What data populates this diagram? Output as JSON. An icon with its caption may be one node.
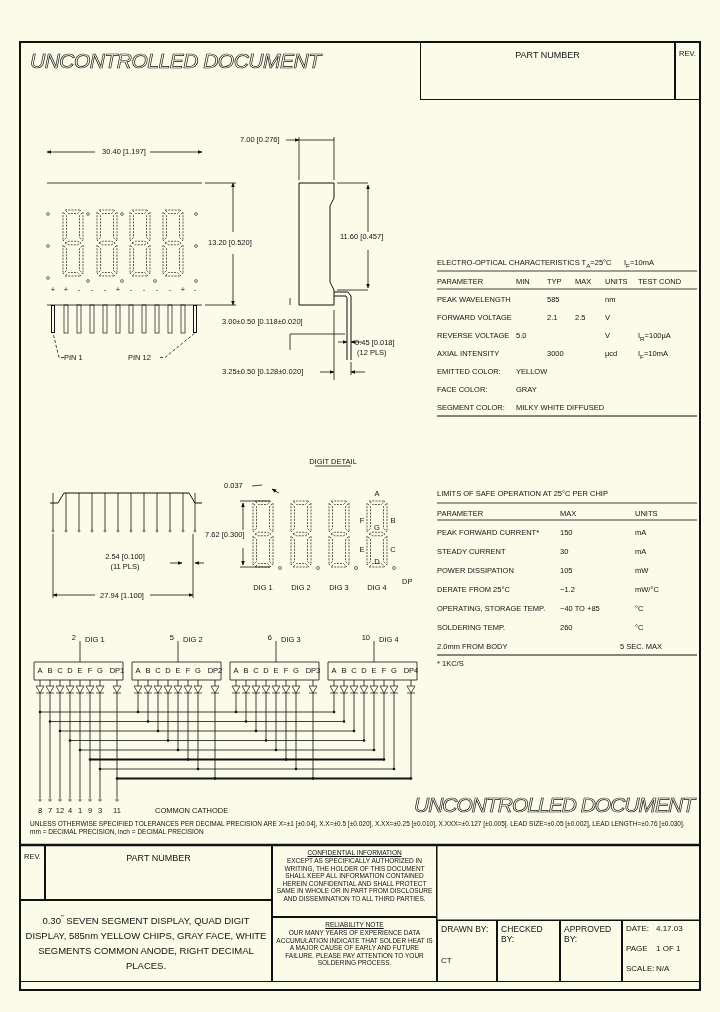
{
  "diagram": {
    "nodes": [
      {
        "text": [
          "PART NUMBER"
        ]
      },
      {
        "text": [
          "REV."
        ]
      },
      {
        "text": [
          "PIN 1"
        ]
      },
      {
        "text": [
          "PIN 12"
        ]
      },
      {
        "text": [],
        "shape": "bar"
      },
      {
        "text": [
          "REV."
        ]
      },
      {
        "text": [
          "PART NUMBER"
        ]
      },
      {
        "text": [
          "0.30$^{\"}$ SEVEN SEGMENT DISPLAY, QUAD DIGIT DISPLAY, 585nm YELLOW CHIPS, GRAY FACE, WHITE SEGMENTS COMMON ANODE, RIGHT DECIMAL PLACES."
        ]
      },
      {
        "text": [
          "CONFIDENTIAL INFORMATION",
          "EXCEPT AS SPECIFICALLY AUTHORIZED IN WRITING, THE HOLDER OF THIS DOCUMENT SHALL KEEP ALL INFORMATION CONTAINED HEREIN CONFIDENTIAL AND SHALL PROTECT SAME IN WHOLE OR IN PART FROM DISCLOSURE AND DISSEMINATION TO ALL THIRD PARTIES."
        ]
      },
      {
        "text": [
          "RELIABILITY NOTE",
          "OUR MANY YEARS OF EXPERIENCE DATA ACCUMULATION INDICATE THAT SOLDER HEAT IS A MAJOR CAUSE OF EARLY AND FUTURE FAILURE. PLEASE PAY ATTENTION TO YOUR SOLDERING PROCESS."
        ]
      },
      {
        "text": [
          "DRAWN BY:",
          "CT"
        ]
      },
      {
        "text": [
          "CHECKED BY:"
        ]
      },
      {
        "text": [
          "APPROVED BY:"
        ]
      },
      {
        "text": [
          "DATE:",
          "4.17.03",
          "PAGE",
          "1 OF 1",
          "SCALE:",
          "N/A"
        ]
      },
      {
        "text": [],
        "shape": "bar"
      }
    ],
    "edges": [
      {
        "from": 2,
        "to": 4,
        "arrow": "none",
        "style": "dashed"
      },
      {
        "from": 3,
        "to": 14,
        "arrow": "none",
        "style": "dashed"
      }
    ],
    "labels": [
      "UNCONTROLLED DOCUMENT",
      "30.40 [1.197]",
      "7.00 [0.276]",
      "13.20 [0.520]",
      "11.60 [0.457]",
      "+",
      "+",
      "-",
      "-",
      "-",
      "+",
      "-",
      "-",
      "-",
      "-",
      "+",
      "-",
      "3.00±0.50 [0.118±0.020]",
      "0.45 [0.018]",
      "(12 PLS)",
      "3.25±0.50 [0.128±0.020]",
      "ELECTRO-OPTICAL CHARACTERISTICS T$_{A}$=25°C",
      "I$_{F}$=10mA",
      "PARAMETER",
      "MIN",
      "TYP",
      "MAX",
      "UNITS",
      "TEST COND",
      "PEAK WAVELENGTH",
      "585",
      "nm",
      "FORWARD VOLTAGE",
      "2.1",
      "2.5",
      "V",
      "REVERSE VOLTAGE",
      "5.0",
      "V",
      "I$_{R}$=100µA",
      "AXIAL INTENSITY",
      "3000",
      "µcd",
      "I$_{F}$=10mA",
      "EMITTED COLOR:",
      "YELLOW",
      "FACE COLOR:",
      "GRAY",
      "SEGMENT COLOR:",
      "MILKY WHITE DIFFUSED",
      "DIGIT DETAIL",
      "7.62 [0.300]",
      "2.54 [0.100]",
      "(11 PLS)",
      "27.94 [1.100]",
      "DIG 1",
      "DIG 2",
      "DIG 3",
      "DIG 4",
      "A",
      "F",
      "G",
      "B",
      "E",
      "C",
      "D",
      "DP",
      "LIMITS OF SAFE OPERATION AT 25°C PER CHIP",
      "PARAMETER",
      "MAX",
      "UNITS",
      "PEAK FORWARD CURRENT*",
      "150",
      "mA",
      "STEADY CURRENT",
      "30",
      "mA",
      "POWER DISSIPATION",
      "105",
      "mW",
      "DERATE FROM 25°C",
      "−1.2",
      "mW/°C",
      "OPERATING, STORAGE TEMP.",
      "−40 TO +85",
      "°C",
      "SOLDERING TEMP.",
      "260",
      "°C",
      "2.0mm FROM BODY",
      "5 SEC. MAX",
      "* 1KC/S",
      "2",
      "DIG 1",
      "5",
      "DIG 2",
      "6",
      "DIG 3",
      "10",
      "DIG 4",
      "A",
      "B",
      "C",
      "D",
      "E",
      "F",
      "G",
      "DP1",
      "A",
      "B",
      "C",
      "D",
      "E",
      "F",
      "G",
      "DP2",
      "A",
      "B",
      "C",
      "D",
      "E",
      "F",
      "G",
      "DP3",
      "A",
      "B",
      "C",
      "D",
      "E",
      "F",
      "G",
      "DP4",
      "8",
      "7",
      "12",
      "4",
      "1",
      "9",
      "3",
      "11",
      "COMMON CATHODE",
      "UNCONTROLLED DOCUMENT",
      "UNLESS OTHERWISE SPECIFIED TOLERANCES PER DECIMAL PRECISION ARE X=±1 [±0.04], X.X=±0.5 [±0.020], X.XX=±0.25 [±0.010], X.XXX=±0.127 [±0.005]. LEAD SIZE=±0.05 [±0.002], LEAD LENGTH=±0.76 [±0.030]. mm = DECIMAL PRECISION, inch = DECIMAL PRECISION",
      "0.037"
    ]
  }
}
